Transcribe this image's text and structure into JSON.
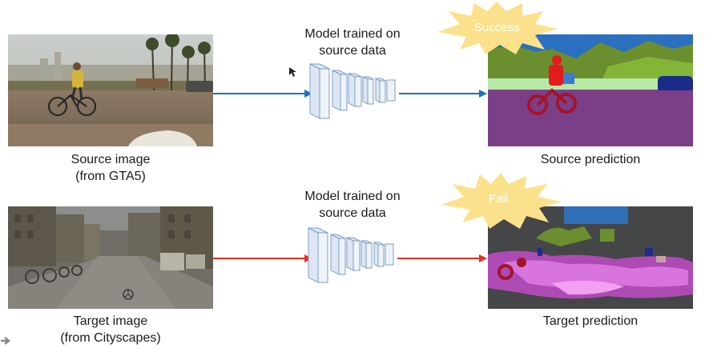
{
  "rows": [
    {
      "image_caption_line1": "Source image",
      "image_caption_line2": "(from GTA5)",
      "model_label_line1": "Model trained on",
      "model_label_line2": "source data",
      "prediction_caption": "Source prediction",
      "burst_label": "Success",
      "arrow_color": "#1f6fbf"
    },
    {
      "image_caption_line1": "Target image",
      "image_caption_line2": "(from Cityscapes)",
      "model_label_line1": "Model trained on",
      "model_label_line2": "source data",
      "prediction_caption": "Target prediction",
      "burst_label": "Fail",
      "arrow_color": "#e53022"
    }
  ],
  "colors": {
    "burst_fill": "#fbe18b",
    "network_fill": "#dde7f4",
    "network_stroke": "#7f9cc3"
  }
}
